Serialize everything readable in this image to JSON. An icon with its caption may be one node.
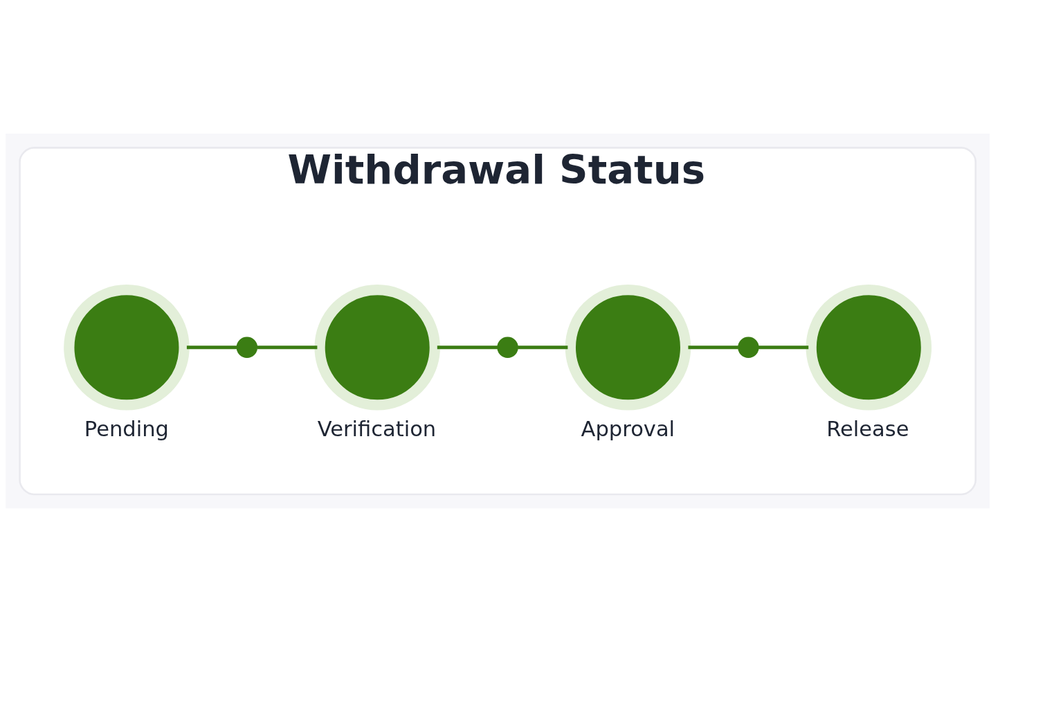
{
  "diagram": {
    "nodes": [
      {
        "text": [
          "Withdrawal Status"
        ]
      },
      {
        "text": [
          "Pending"
        ],
        "in": 0
      },
      {
        "text": [],
        "shape": "circle",
        "in": 0
      },
      {
        "text": [
          "Verification"
        ],
        "in": 0
      },
      {
        "text": [],
        "shape": "circle",
        "in": 0
      },
      {
        "text": [
          "Approval"
        ],
        "in": 0
      },
      {
        "text": [],
        "shape": "circle",
        "in": 0
      },
      {
        "text": [
          "Release"
        ],
        "in": 0
      }
    ],
    "edges": [
      {
        "from": 1,
        "to": 2,
        "arrow": "none"
      },
      {
        "from": 2,
        "to": 3,
        "arrow": "none"
      },
      {
        "from": 3,
        "to": 4,
        "arrow": "none"
      },
      {
        "from": 4,
        "to": 5,
        "arrow": "none"
      },
      {
        "from": 5,
        "to": 6,
        "arrow": "none"
      },
      {
        "from": 6,
        "to": 7,
        "arrow": "none"
      }
    ]
  }
}
